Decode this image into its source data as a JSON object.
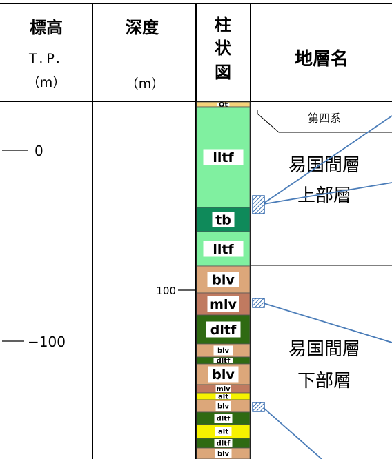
{
  "header": {
    "elevation_title": "標高",
    "elevation_sub": "T.P.",
    "elevation_unit": "（m）",
    "depth_title": "深度",
    "depth_unit": "（m）",
    "column_title_1": "柱",
    "column_title_2": "状",
    "column_title_3": "図",
    "formation_title": "地層名"
  },
  "elevation_ticks": [
    {
      "label": "0",
      "value": 0
    },
    {
      "label": "−100",
      "value": -100
    }
  ],
  "depth_ticks": [
    {
      "label": "100",
      "value": 100
    }
  ],
  "formations": {
    "quaternary": "第四系",
    "upper_line1": "易国間層",
    "upper_line2": "上部層",
    "lower_line1": "易国間層",
    "lower_line2": "下部層"
  },
  "layers": [
    {
      "label": "Qt",
      "color": "#f5d27a",
      "text_bg": "#ffffff"
    },
    {
      "label": "lltf",
      "color": "#80f0a0",
      "text_bg": "#ffffff"
    },
    {
      "label": "tb",
      "color": "#0f8a5a",
      "text_bg": "#ffffff"
    },
    {
      "label": "lltf",
      "color": "#80f0a0",
      "text_bg": "#ffffff"
    },
    {
      "label": "blv",
      "color": "#dca77a",
      "text_bg": "#ffffff"
    },
    {
      "label": "mlv",
      "color": "#c07a60",
      "text_bg": "#ffffff"
    },
    {
      "label": "dltf",
      "color": "#2f6a12",
      "text_bg": "#ffffff"
    },
    {
      "label": "blv",
      "color": "#dca77a",
      "text_bg": "#ffffff"
    },
    {
      "label": "dltf",
      "color": "#2f6a12",
      "text_bg": "#ffffff"
    },
    {
      "label": "blv",
      "color": "#dca77a",
      "text_bg": "#ffffff"
    },
    {
      "label": "mlv",
      "color": "#c07a60",
      "text_bg": "#ffffff"
    },
    {
      "label": "alt",
      "color": "#f6f200",
      "text_bg": "#ffffff"
    },
    {
      "label": "blv",
      "color": "#dca77a",
      "text_bg": "#ffffff"
    },
    {
      "label": "dltf",
      "color": "#2f6a12",
      "text_bg": "#ffffff"
    },
    {
      "label": "alt",
      "color": "#f6f200",
      "text_bg": "#ffffff"
    },
    {
      "label": "dltf",
      "color": "#2f6a12",
      "text_bg": "#ffffff"
    },
    {
      "label": "blv",
      "color": "#dca77a",
      "text_bg": "#ffffff"
    }
  ],
  "colors": {
    "grid": "#000000",
    "leader": "#3a6fb0",
    "marker": "#3a6fb0"
  }
}
